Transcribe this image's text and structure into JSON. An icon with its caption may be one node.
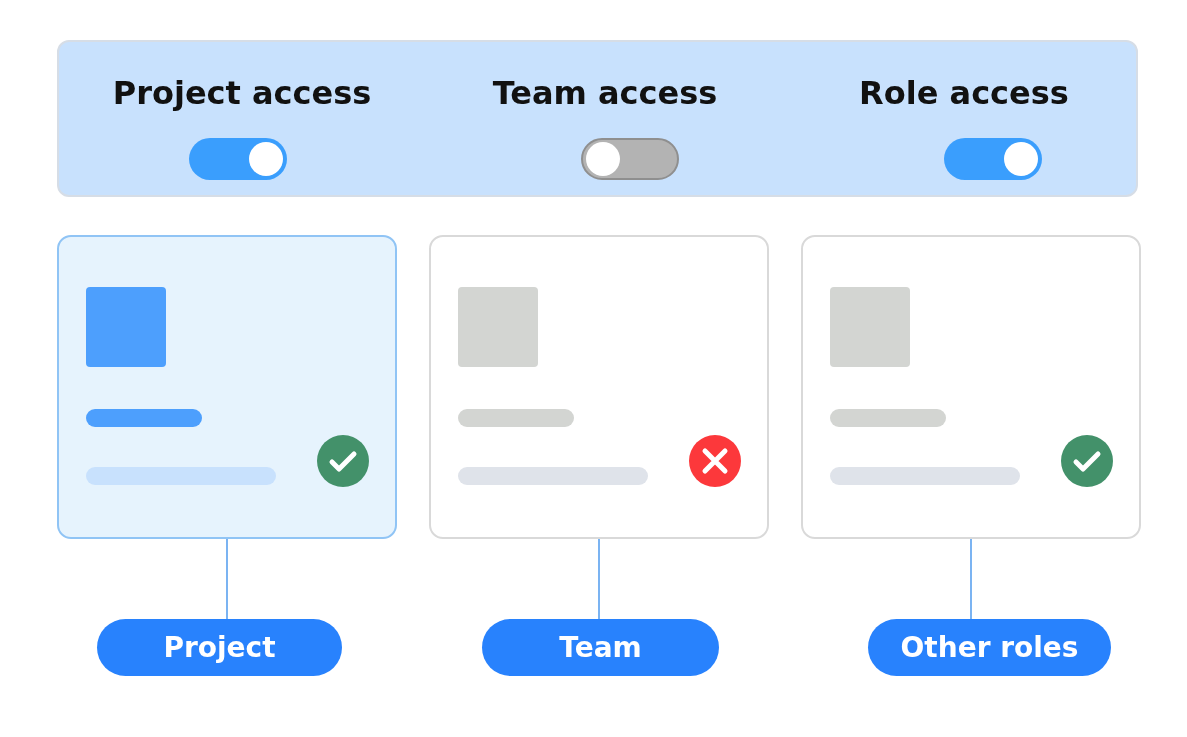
{
  "diagram": {
    "nodes": [
      {
        "text": [
          "Project access",
          "Team access",
          "Role access"
        ]
      },
      {
        "text": [],
        "shape": "box"
      },
      {
        "text": [],
        "shape": "box"
      },
      {
        "text": [],
        "shape": "box"
      },
      {
        "text": [
          "Project"
        ]
      },
      {
        "text": [
          "Team"
        ]
      },
      {
        "text": [
          "Other roles"
        ]
      }
    ],
    "edges": [
      {
        "from": 1,
        "to": 4,
        "arrow": "none"
      },
      {
        "from": 2,
        "to": 5,
        "arrow": "none"
      },
      {
        "from": 3,
        "to": 6,
        "arrow": "none"
      }
    ]
  }
}
